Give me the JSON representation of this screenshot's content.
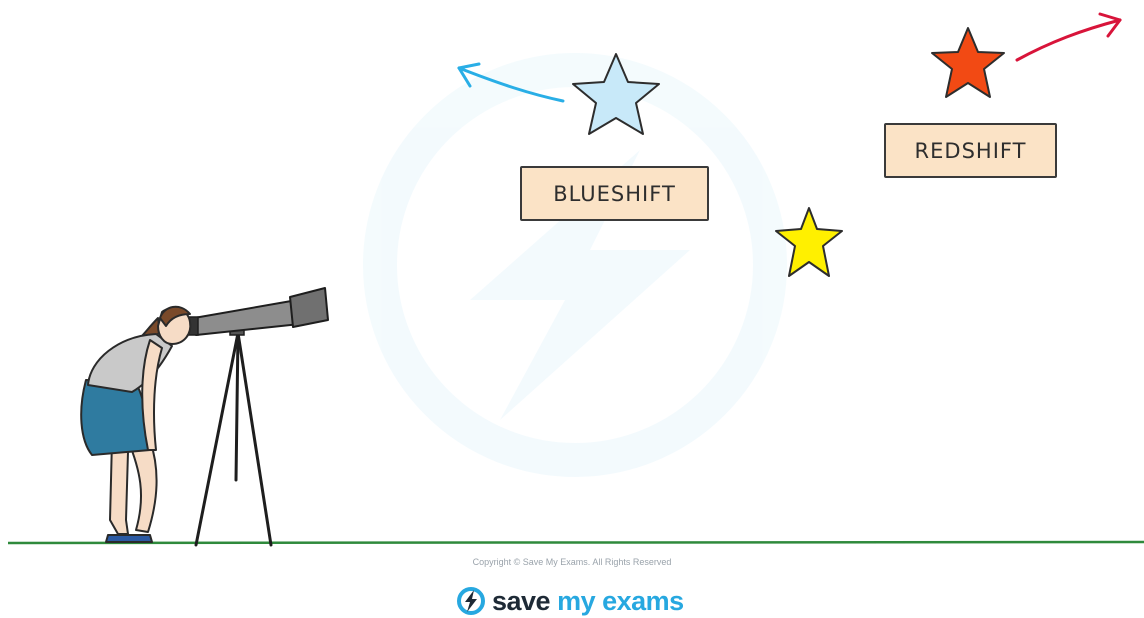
{
  "labels": {
    "blueshift": "BLUESHIFT",
    "redshift": "REDSHIFT"
  },
  "footer": {
    "copyright": "Copyright © Save My Exams. All Rights Reserved",
    "brand_word_1": "save",
    "brand_word_2": "my",
    "brand_word_3": "exams"
  },
  "colors": {
    "blueshift_star": "#c8e9f9",
    "blueshift_arrow": "#29aee6",
    "redshift_star": "#f24a14",
    "redshift_arrow": "#d8143a",
    "reference_star": "#fff000",
    "label_fill": "#fbe3c6",
    "ground": "#2f8a3c",
    "brand_dark": "#1e2a36",
    "brand_blue": "#27a8e0"
  },
  "icons": [
    "star-icon",
    "arrow-icon",
    "telescope-icon",
    "observer-figure",
    "brand-logo-icon"
  ]
}
